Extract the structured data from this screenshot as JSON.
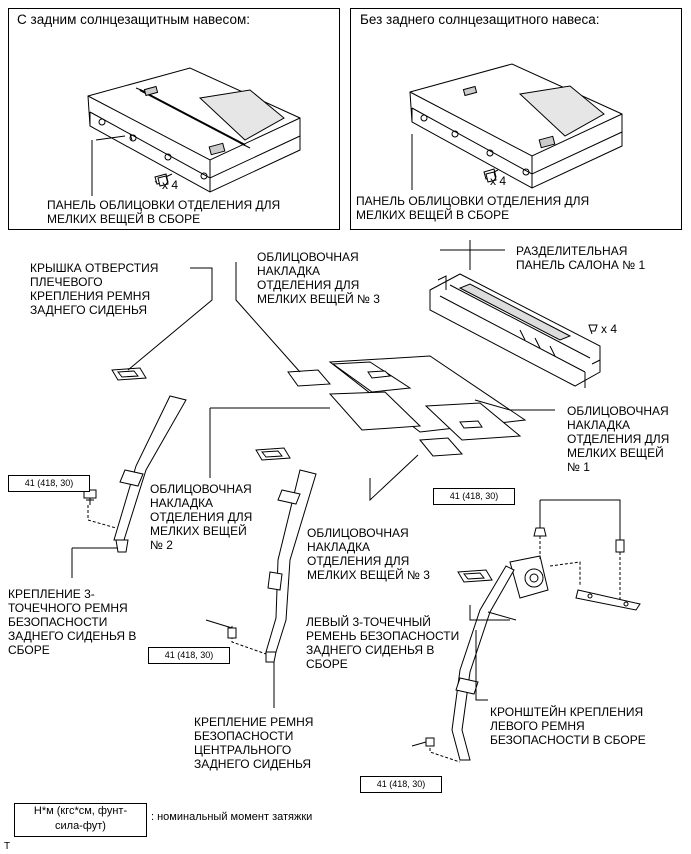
{
  "panels": {
    "left_title": "С задним солнцезащитным навесом:",
    "right_title": "Без заднего солнцезащитного навеса:"
  },
  "callouts": {
    "left_x4": "x 4",
    "right_x4": "x 4",
    "top_clip_x4": "x 4"
  },
  "labels": {
    "tray_trim_left": "ПАНЕЛЬ ОБЛИЦОВКИ ОТДЕЛЕНИЯ ДЛЯ\nМЕЛКИХ ВЕЩЕЙ В СБОРЕ",
    "tray_trim_right": "ПАНЕЛЬ ОБЛИЦОВКИ ОТДЕЛЕНИЯ ДЛЯ\nМЕЛКИХ ВЕЩЕЙ В СБОРЕ",
    "hole_cover": "КРЫШКА ОТВЕРСТИЯ\nПЛЕЧЕВОГО\nКРЕПЛЕНИЯ РЕМНЯ\nЗАДНЕГО СИДЕНЬЯ",
    "cover_no3_top": "ОБЛИЦОВОЧНАЯ\nНАКЛАДКА\nОТДЕЛЕНИЯ ДЛЯ\nМЕЛКИХ ВЕЩЕЙ № 3",
    "partition": "РАЗДЕЛИТЕЛЬНАЯ\nПАНЕЛЬ САЛОНА № 1",
    "cover_no1": "ОБЛИЦОВОЧНАЯ\nНАКЛАДКА\nОТДЕЛЕНИЯ ДЛЯ\nМЕЛКИХ ВЕЩЕЙ\n№ 1",
    "cover_no2": "ОБЛИЦОВОЧНАЯ\nНАКЛАДКА\nОТДЕЛЕНИЯ ДЛЯ\nМЕЛКИХ ВЕЩЕЙ\n№ 2",
    "cover_no3_bottom": "ОБЛИЦОВОЧНАЯ\nНАКЛАДКА\nОТДЕЛЕНИЯ ДЛЯ\nМЕЛКИХ ВЕЩЕЙ № 3",
    "three_point_anchor": "КРЕПЛЕНИЕ 3-\nТОЧЕЧНОГО РЕМНЯ\nБЕЗОПАСНОСТИ\nЗАДНЕГО СИДЕНЬЯ В\nСБОРЕ",
    "left_belt": "ЛЕВЫЙ 3-ТОЧЕЧНЫЙ\nРЕМЕНЬ БЕЗОПАСНОСТИ\nЗАДНЕГО СИДЕНЬЯ В\nСБОРЕ",
    "bracket": "КРОНШТЕЙН КРЕПЛЕНИЯ\nЛЕВОГО РЕМНЯ\nБЕЗОПАСНОСТИ В СБОРЕ",
    "center_anchor": "КРЕПЛЕНИЕ РЕМНЯ\nБЕЗОПАСНОСТИ\nЦЕНТРАЛЬНОГО\nЗАДНЕГО СИДЕНЬЯ"
  },
  "torque": {
    "left": "41 (418, 30)",
    "center": "41 (418, 30)",
    "right_top": "41 (418, 30)",
    "bottom": "41 (418, 30)"
  },
  "legend": {
    "unit": "Н*м (кгс*см, фунт-\nсила-фут)",
    "description": ": номинальный момент затяжки"
  },
  "corner_mark": "T"
}
